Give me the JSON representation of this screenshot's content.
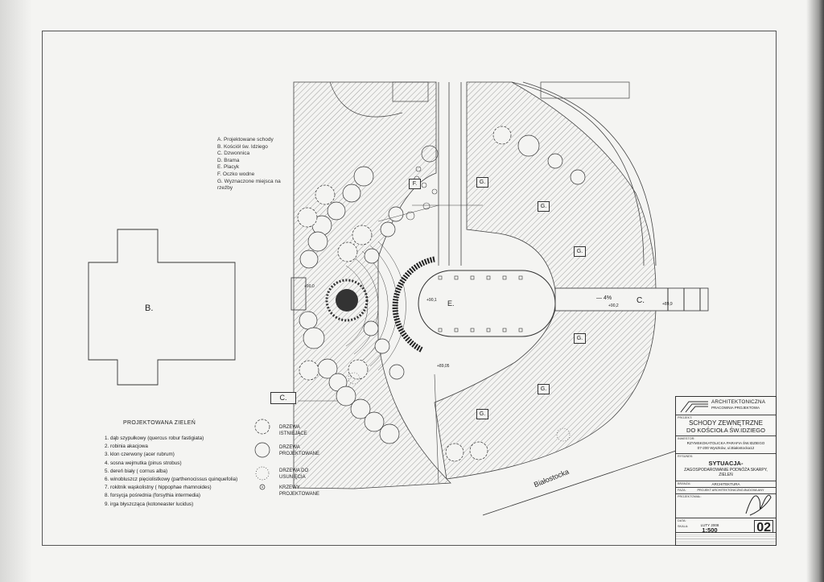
{
  "legend": {
    "items": [
      "A. Projektowane schody",
      "B. Kościół św. Idziego",
      "C. Dzwonnica",
      "D. Brama",
      "E. Placyk",
      "F. Oczko wodne",
      "G. Wyznaczone miejsca na",
      "rzeźby"
    ]
  },
  "plan_labels": {
    "B": "B.",
    "C_tower": "C.",
    "C_bell": "C.",
    "E": "E.",
    "F": "F.",
    "G": "G.",
    "slope": "— 4%",
    "street": "Białostocka",
    "elev_1": "+89,05",
    "elev_2": "+90,1",
    "elev_3": "+90,2",
    "elev_4": "+89,9",
    "elev_5": "+90,0"
  },
  "greenery": {
    "title": "PROJEKTOWANA ZIELEŃ",
    "items": [
      "1. dąb szypułkowy (quercus robur fastigiata)",
      "2. robinia akacjowa",
      "3. klon czerwony (acer rubrum)",
      "4. sosna wejmutka (pinus strobus)",
      "5. dereń biały ( cornus alba)",
      "6. winobluszcz pięciolistkowy (parthenocissus quinquefolia)",
      "7. rokitnik wąskolistny ( hippophae rhamnoides)",
      "8. forsycja pośrednia (forsythia intermedia)",
      "9. irga błyszcząca (kotoneaster lucidus)"
    ]
  },
  "symbols": {
    "existing_1": "DRZEWA",
    "existing_2": "ISTNIEJĄCE",
    "projected_1": "DRZEWA",
    "projected_2": "PROJEKTOWANE",
    "removed_1": "DRZEWA DO",
    "removed_2": "USUNIĘCIA",
    "shrubs_1": "KRZEWY",
    "shrubs_2": "PROJEKTOWANE"
  },
  "titleblock": {
    "firm_1": "ARCHITEKTONICZNA",
    "firm_2": "PRACOWNIA PROJEKTOWA",
    "project_label": "PROJEKT:",
    "project_1": "SCHODY ZEWNĘTRZNE",
    "project_2": "DO KOŚCIOŁA ŚW.IDZIEGO",
    "investor_label": "INWESTOR:",
    "investor_1": "RZYMSKOKATOLICKA PARAFIA ŚW.IDZIEGO",
    "investor_2": "07-200 Wyszków, ul.Białostocka12",
    "drawing_label": "RYSUNEK:",
    "drawing_1": "SYTUACJA-",
    "drawing_2": "ZAGOSPODAROWANIE PODNÓŻA SKARPY,",
    "drawing_3": "ZIELEŃ",
    "branch_label": "BRANŻA:",
    "branch": "ARCHITEKTURA",
    "phase_label": "FAZA:",
    "phase": "PROJEKT ARCHITEKTONICZNO-BUDOWLANY",
    "designer_label": "PROJEKTOWAŁ:",
    "date_label": "DATA:",
    "date": "LUTY 2008",
    "scale_label": "SKALA:",
    "scale": "1:500",
    "sheet_no": "02"
  }
}
